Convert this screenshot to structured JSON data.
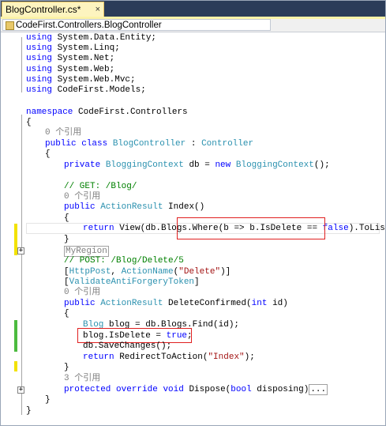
{
  "tab": {
    "title": "BlogController.cs*",
    "close_glyph": "×"
  },
  "navigation": {
    "class_path": "CodeFirst.Controllers.BlogController"
  },
  "code": {
    "l1": [
      "using",
      " System.Data.Entity;"
    ],
    "l2": [
      "using",
      " System.Linq;"
    ],
    "l3": [
      "using",
      " System.Net;"
    ],
    "l4": [
      "using",
      " System.Web;"
    ],
    "l5": [
      "using",
      " System.Web.Mvc;"
    ],
    "l6": [
      "using",
      " CodeFirst.Models;"
    ],
    "ns": [
      "namespace",
      " CodeFirst.Controllers"
    ],
    "brace_open": "{",
    "brace_close": "}",
    "ref0": "0 个引用",
    "ref3": "3 个引用",
    "class_line": {
      "k1": "public",
      "k2": " class",
      "name": " BlogController",
      "sep": " : ",
      "base": "Controller"
    },
    "field_line": {
      "k1": "private",
      "t1": " BloggingContext",
      "m1": " db = ",
      "k2": "new",
      "t2": " BloggingContext",
      "m2": "();"
    },
    "get_comment": "// GET: /Blog/",
    "index_sig": {
      "k1": "public",
      "t1": " ActionResult",
      "m1": " Index()"
    },
    "index_body": {
      "k1": "return",
      "m1": " View(db.Blogs.",
      "m2": "Where(b => b.IsDelete == ",
      "k2": "false",
      "m3": ").ToList());"
    },
    "region": "MyRegion",
    "post_comment": "// POST: /Blog/Delete/5",
    "attr1": {
      "o": "[",
      "t1": "HttpPost",
      "m1": ", ",
      "t2": "ActionName",
      "m2": "(",
      "s": "\"Delete\"",
      "m3": ")]"
    },
    "attr2": {
      "o": "[",
      "t1": "ValidateAntiForgeryToken",
      "m1": "]"
    },
    "delete_sig": {
      "k1": "public",
      "t1": " ActionResult",
      "m1": " DeleteConfirmed(",
      "k2": "int",
      "m2": " id)"
    },
    "find_line": {
      "t1": "Blog",
      "m1": " blog = db.Blogs.Find(id);"
    },
    "isdelete_line": {
      "m1": "blog.IsDelete = ",
      "k1": "true",
      "m2": ";"
    },
    "save_line": "db.SaveChanges();",
    "redirect_line": {
      "k1": "return",
      "m1": " RedirectToAction(",
      "s": "\"Index\"",
      "m2": ");"
    },
    "dispose_line": {
      "k1": "protected",
      "k2": " override",
      "k3": " void",
      "m1": " Dispose(",
      "k4": "bool",
      "m2": " disposing)"
    },
    "ellipsis": "...",
    "collapse_glyph": "+"
  },
  "colors": {
    "keyword": "#0000ff",
    "type": "#2b91af",
    "string": "#a31515",
    "comment": "#008000",
    "highlight_box": "#e02020"
  }
}
